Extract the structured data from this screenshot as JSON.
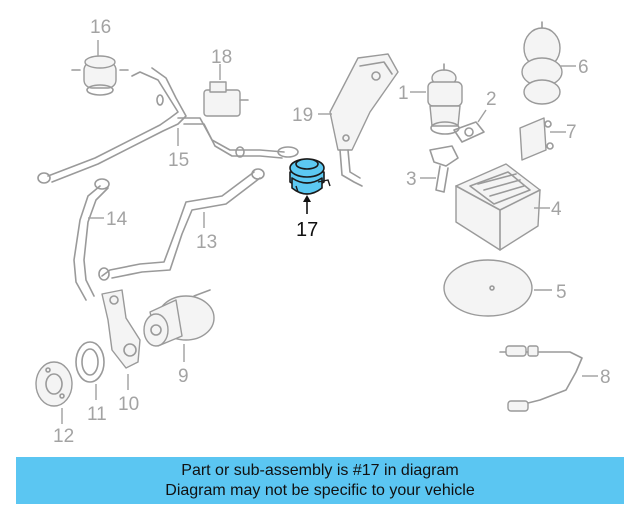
{
  "diagram": {
    "callouts": {
      "c1": "1",
      "c2": "2",
      "c3": "3",
      "c4": "4",
      "c5": "5",
      "c6": "6",
      "c7": "7",
      "c8": "8",
      "c9": "9",
      "c10": "10",
      "c11": "11",
      "c12": "12",
      "c13": "13",
      "c14": "14",
      "c15": "15",
      "c16": "16",
      "c17": "17",
      "c18": "18",
      "c19": "19"
    },
    "highlighted_part": "17",
    "highlight_color": "#5cc9f2"
  },
  "banner": {
    "line1": "Part or sub-assembly is #17 in diagram",
    "line2": "Diagram may not be specific to your vehicle",
    "background": "#5bc6f2"
  }
}
